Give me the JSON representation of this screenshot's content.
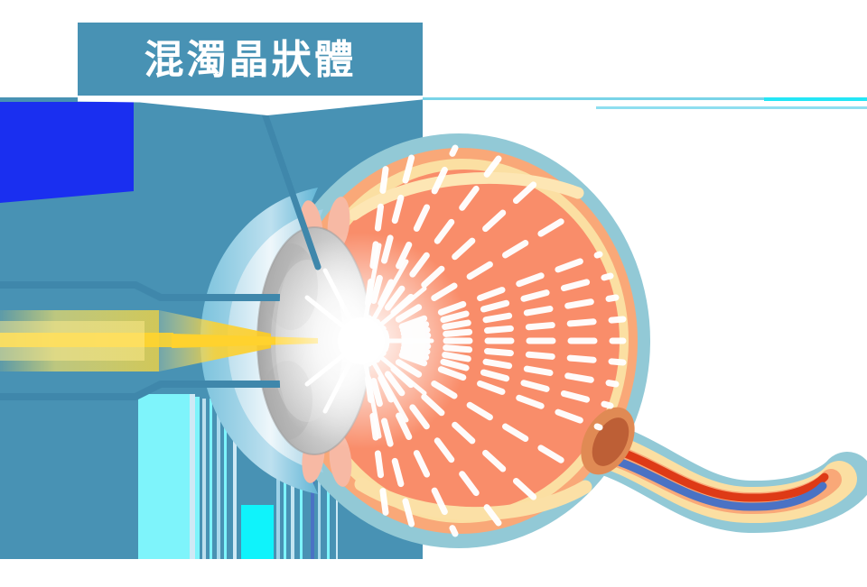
{
  "illustration": {
    "title": "Eye cross-section with clouded lens (cataract)",
    "subject": "human-eye-anatomy"
  },
  "callout": {
    "label": "混濁晶狀體",
    "meaning": "cloudy lens",
    "banner_color": "#4892b4",
    "text_color": "#ffffff",
    "leader_line_color": "#3f87ab"
  },
  "anatomy": {
    "sclera": {
      "name": "sclera",
      "color": "#92c9d6"
    },
    "choroid": {
      "name": "choroid",
      "color": "#f9a878"
    },
    "retina": {
      "name": "retina",
      "color": "#fbdfa2"
    },
    "vitreous": {
      "name": "vitreous body",
      "color": "#f98d6a"
    },
    "cornea": {
      "name": "cornea",
      "color": "#bfe0ee"
    },
    "aqueous": {
      "name": "aqueous humor",
      "color": "#ffffff"
    },
    "iris": {
      "name": "iris",
      "color": "#4a4a4a"
    },
    "lens": {
      "name": "clouded lens",
      "color": "#b8b8b8"
    },
    "ciliary_body": {
      "name": "ciliary body",
      "color": "#f7b9a4"
    },
    "optic_disc": {
      "name": "optic disc",
      "color": "#c4653a"
    },
    "optic_nerve": {
      "name": "optic nerve",
      "color": "#fbdfa2"
    },
    "artery": {
      "name": "central retinal artery",
      "color": "#de3a16"
    },
    "vein": {
      "name": "central retinal vein",
      "color": "#4a72c4"
    }
  },
  "light": {
    "incoming_beam": {
      "name": "incoming light beam",
      "color": "#ffe06a"
    },
    "scatter_burst": {
      "name": "light scatter burst",
      "color": "#ffffff"
    },
    "scattered_rays": {
      "name": "scattered light rays",
      "color": "#ffffff",
      "count": 22
    },
    "aperture_lines": {
      "name": "light aperture guide lines",
      "color": "#3f87ab"
    }
  },
  "background": {
    "panel_color": "#4892b4",
    "artifact_color": "#7ef4fb",
    "page_color": "#ffffff"
  }
}
